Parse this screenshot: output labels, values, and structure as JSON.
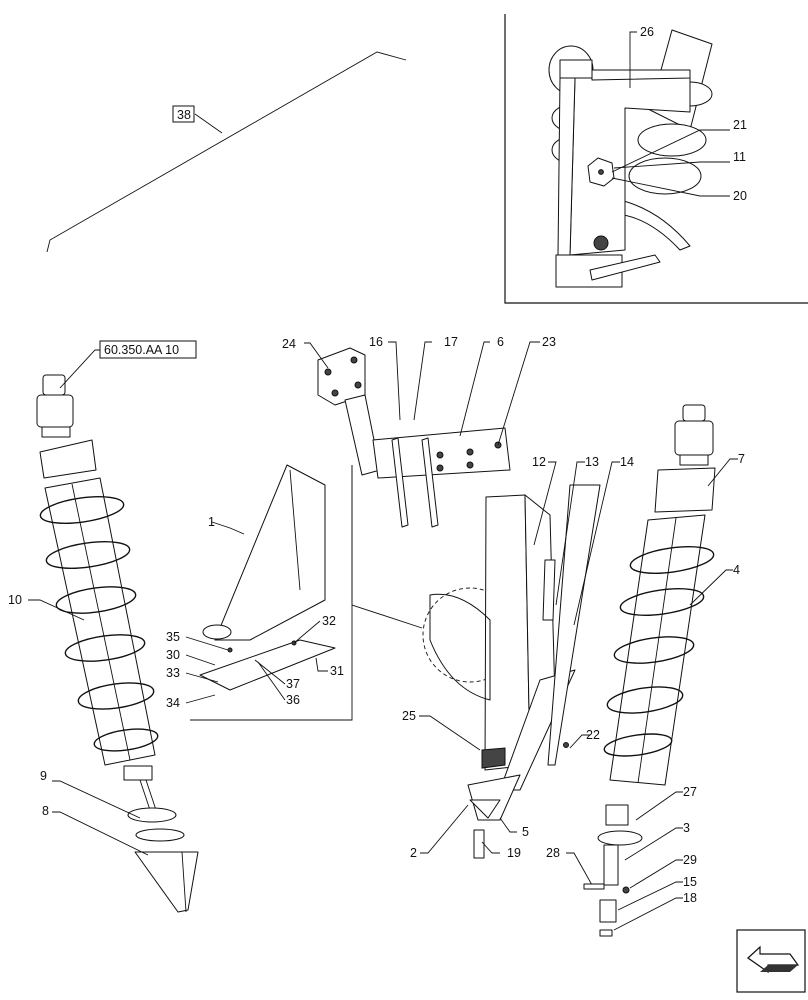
{
  "ref_labels": {
    "ref_38": "38",
    "ref_60": "60.350.AA 10"
  },
  "callouts": {
    "c1": "1",
    "c2": "2",
    "c3": "3",
    "c4": "4",
    "c5": "5",
    "c6": "6",
    "c7": "7",
    "c8": "8",
    "c9": "9",
    "c10": "10",
    "c11": "11",
    "c12": "12",
    "c13": "13",
    "c14": "14",
    "c15": "15",
    "c16": "16",
    "c17": "17",
    "c18": "18",
    "c19": "19",
    "c20": "20",
    "c21": "21",
    "c22": "22",
    "c23": "23",
    "c24": "24",
    "c25": "25",
    "c26": "26",
    "c27": "27",
    "c28": "28",
    "c29": "29",
    "c30": "30",
    "c31": "31",
    "c32": "32",
    "c33": "33",
    "c34": "34",
    "c35": "35",
    "c36": "36",
    "c37": "37"
  },
  "icons": {
    "nav": "next-page-arrow-icon"
  }
}
